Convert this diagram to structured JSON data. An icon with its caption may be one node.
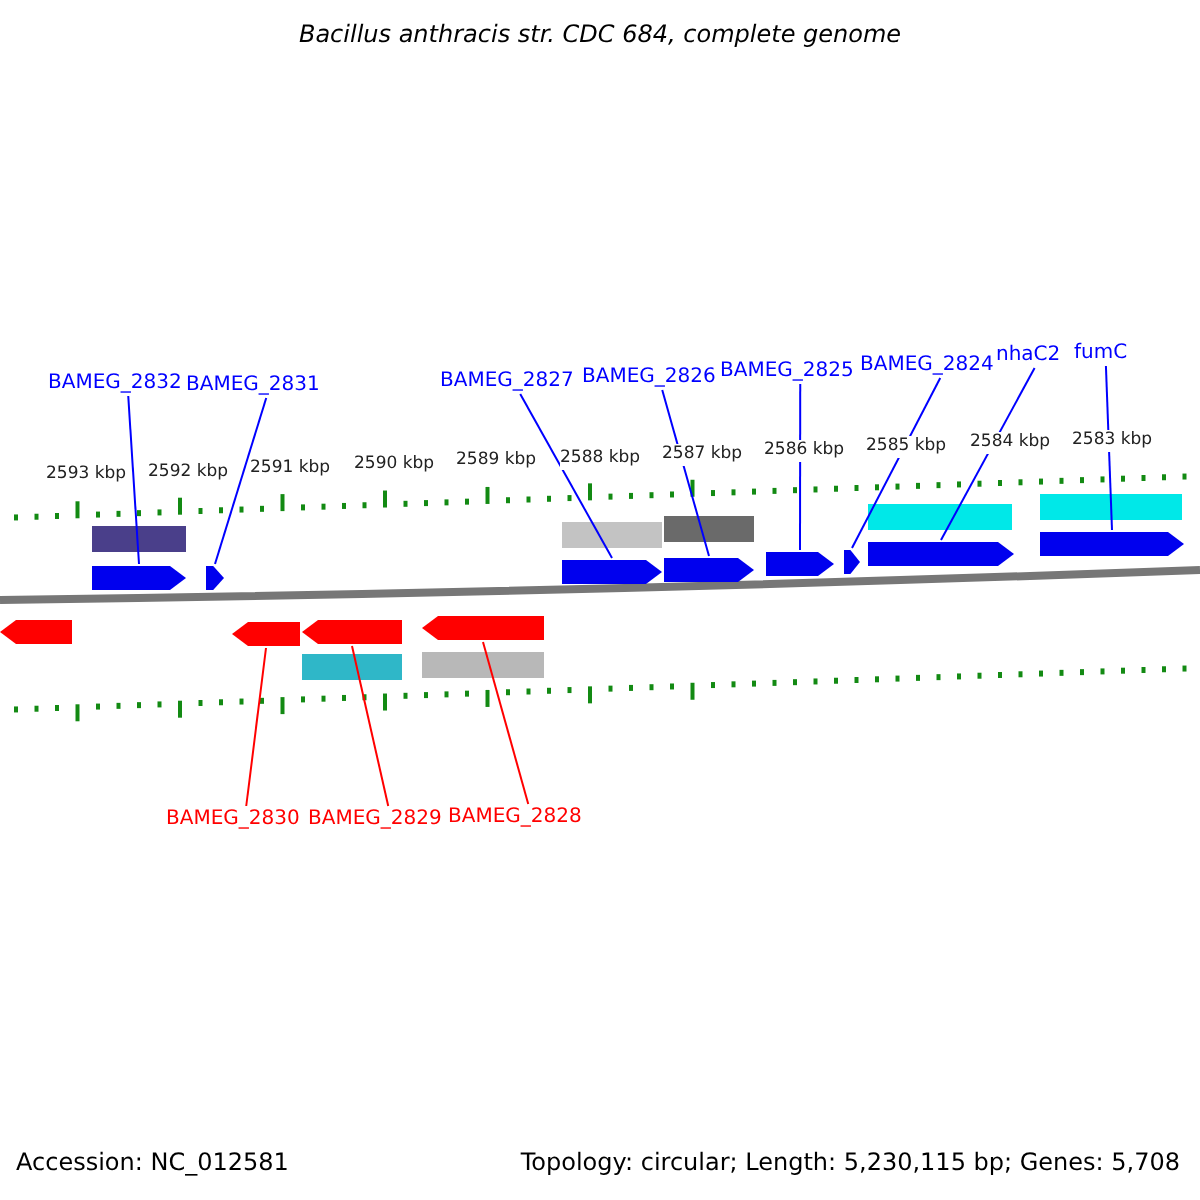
{
  "diagram": {
    "title": "Bacillus anthracis str. CDC 684, complete genome",
    "nodes": [
      {
        "text": [
          "BAMEG_2832"
        ]
      },
      {
        "text": [
          "BAMEG_2831"
        ]
      },
      {
        "text": [
          "BAMEG_2827"
        ]
      },
      {
        "text": [
          "BAMEG_2826"
        ]
      },
      {
        "text": [
          "BAMEG_2825"
        ]
      },
      {
        "text": [
          "BAMEG_2824"
        ]
      },
      {
        "text": [
          "nhaC2"
        ]
      },
      {
        "text": [
          "fumC"
        ]
      },
      {
        "text": [],
        "shape": "pentagon"
      },
      {
        "text": [],
        "shape": "pentagon"
      },
      {
        "text": [],
        "shape": "pentagon"
      },
      {
        "text": [],
        "shape": "pentagon"
      },
      {
        "text": [],
        "shape": "pentagon"
      },
      {
        "text": [],
        "shape": "pentagon"
      },
      {
        "text": [],
        "shape": "pentagon"
      },
      {
        "text": [],
        "shape": "pentagon"
      },
      {
        "text": [],
        "shape": "pentagon"
      },
      {
        "text": [],
        "shape": "pentagon"
      },
      {
        "text": [],
        "shape": "pentagon"
      },
      {
        "text": [],
        "shape": "pentagon"
      },
      {
        "text": [
          "BAMEG_2830"
        ]
      },
      {
        "text": [
          "BAMEG_2829"
        ]
      },
      {
        "text": [
          "BAMEG_2828"
        ]
      }
    ],
    "edges": [
      {
        "from": 0,
        "to": 8,
        "arrow": "none"
      },
      {
        "from": 1,
        "to": 9,
        "arrow": "none"
      },
      {
        "from": 2,
        "to": 10,
        "arrow": "none"
      },
      {
        "from": 3,
        "to": 11,
        "arrow": "none"
      },
      {
        "from": 4,
        "to": 12,
        "arrow": "none"
      },
      {
        "from": 5,
        "to": 13,
        "arrow": "none"
      },
      {
        "from": 6,
        "to": 14,
        "arrow": "none"
      },
      {
        "from": 7,
        "to": 15,
        "arrow": "none"
      },
      {
        "from": 20,
        "to": 17,
        "arrow": "none",
        "color": "#ff0000"
      },
      {
        "from": 21,
        "to": 18,
        "arrow": "none",
        "color": "#ff0000"
      },
      {
        "from": 22,
        "to": 19,
        "arrow": "none",
        "color": "#ff0000"
      }
    ],
    "labels": [
      "2593 kbp",
      "2592 kbp",
      "2591 kbp",
      "2590 kbp",
      "2589 kbp",
      "2588 kbp",
      "2587 kbp",
      "2586 kbp",
      "2585 kbp",
      "2584 kbp",
      "2583 kbp",
      "Accession: NC_012581",
      "Topology: circular; Length: 5,230,115 bp; Genes: 5,708"
    ]
  }
}
